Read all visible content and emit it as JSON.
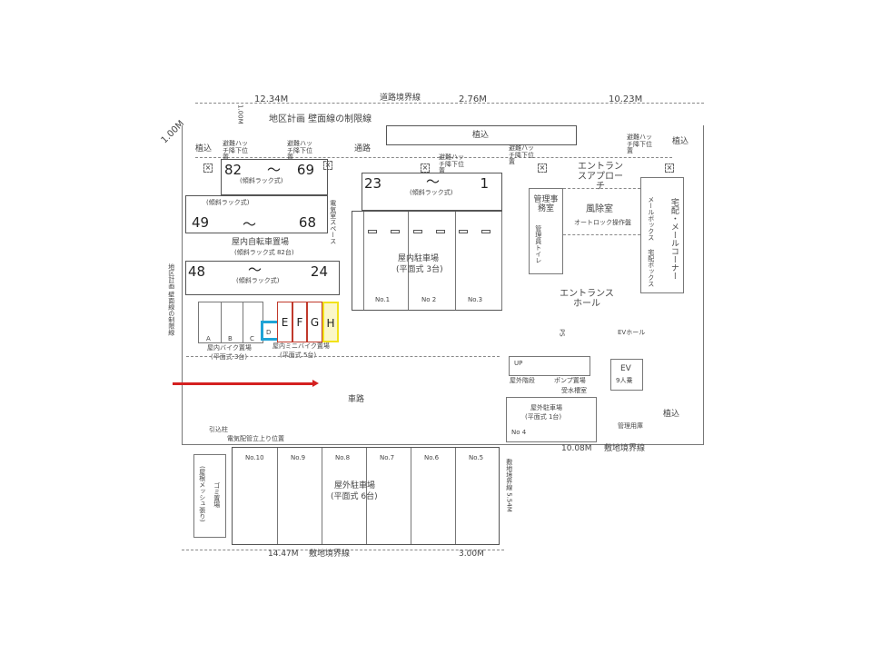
{
  "dimensions": {
    "top_left": "12.34M",
    "road_boundary": "道路境界線",
    "top_mid": "2.76M",
    "top_right": "10.23M",
    "corner": "1.00M",
    "offset": "1.00M",
    "bottom_right": "10.08M",
    "bottom_right_label": "敷地境界線",
    "bottom_left": "14.47M",
    "bottom_left_label": "敷地境界線",
    "bottom_mid": "3.00M",
    "side_right": "敷地境界線 5.54M"
  },
  "labels": {
    "wall_line": "地区計画 壁面線の制限線",
    "wall_line_side": "地区計画 壁面線の制限線",
    "planting": "植込",
    "passage": "通路",
    "hatch": "避難ハッチ降下位置",
    "electric_space": "電気室スペース",
    "bike_parking": "屋内自転車置場",
    "bike_parking_sub": "(傾斜ラック式 82台)",
    "rack_type": "(傾斜ラック式)",
    "indoor_parking": "屋内駐車場",
    "indoor_parking_sub": "(平面式 3台)",
    "moto_parking": "屋内バイク置場",
    "moto_parking_sub": "(平面式 3台)",
    "mini_moto_parking": "屋内ミニバイク置場",
    "mini_moto_parking_sub": "(平面式 5台)",
    "driveway": "車路",
    "outdoor_parking": "屋外駐車場",
    "outdoor_parking_sub": "(平面式 6台)",
    "outdoor_parking_1": "屋外駐車場",
    "outdoor_parking_1_sub": "(平面式 1台)",
    "garbage": "ゴミ置場",
    "garbage_sub": "(屋根メッシュ張り)",
    "pull_in_pole": "引込柱",
    "electric_pipe": "電気配管立上り位置",
    "entrance_approach": "エントランスアプローチ",
    "windbreak": "風除室",
    "autolock": "オートロック操作盤",
    "office": "管理事務室",
    "toilet": "管理員トイレ",
    "entrance_hall": "エントランスホール",
    "mail_corner": "宅配・メールコーナー",
    "mailbox": "メールボックス",
    "delivery_box": "宅配ボックス",
    "ev_hall": "EVホール",
    "ev": "EV",
    "ev_capacity": "9人乗",
    "ps": "PS",
    "up": "UP",
    "outdoor_stairs": "屋外階段",
    "pump_room": "ポンプ置場",
    "water_tank": "受水槽室",
    "mgmt_storage": "管理用庫",
    "planting_right": "植込"
  },
  "bike_racks": [
    {
      "from": "82",
      "to": "69"
    },
    {
      "from": "49",
      "to": "68"
    },
    {
      "from": "48",
      "to": "24"
    },
    {
      "from": "23",
      "to": "1"
    }
  ],
  "tilde": "〜",
  "indoor_spaces": [
    "No.1",
    "No 2",
    "No.3"
  ],
  "outdoor_spaces": [
    "No.10",
    "No.9",
    "No.8",
    "No.7",
    "No.6",
    "No.5"
  ],
  "space_no4": "No 4",
  "moto_slots": [
    "A",
    "B",
    "C"
  ],
  "mini_slots": [
    "D",
    "E",
    "F",
    "G",
    "H"
  ],
  "colors": {
    "arrow": "#d42020",
    "highlight_cyan": "#1fa3d6",
    "highlight_red": "#c0392b",
    "highlight_yellow": "#f2e21a",
    "highlight_yellow_fill": "#fbf7c8"
  }
}
